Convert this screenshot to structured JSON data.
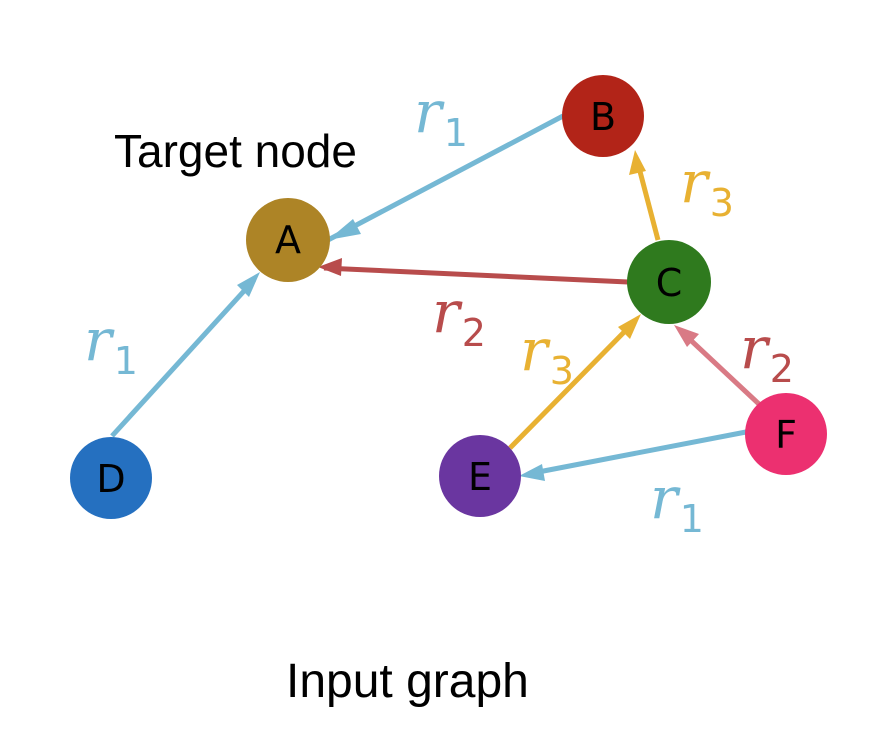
{
  "diagram": {
    "target_label": "Target node",
    "caption": "Input graph",
    "colors": {
      "r1": "#75b8d4",
      "r2": "#b84c4c",
      "r2_light": "#d97a85",
      "r3": "#e8b132"
    },
    "nodes": [
      {
        "id": "A",
        "label": "A",
        "color": "#ad8426"
      },
      {
        "id": "B",
        "label": "B",
        "color": "#b22418"
      },
      {
        "id": "C",
        "label": "C",
        "color": "#2f7a1e"
      },
      {
        "id": "D",
        "label": "D",
        "color": "#2570c0"
      },
      {
        "id": "E",
        "label": "E",
        "color": "#6a36a0"
      },
      {
        "id": "F",
        "label": "F",
        "color": "#ec3070"
      }
    ],
    "edges": [
      {
        "from": "B",
        "to": "A",
        "relation": "r1"
      },
      {
        "from": "C",
        "to": "A",
        "relation": "r2"
      },
      {
        "from": "C",
        "to": "B",
        "relation": "r3"
      },
      {
        "from": "D",
        "to": "A",
        "relation": "r1"
      },
      {
        "from": "E",
        "to": "C",
        "relation": "r3"
      },
      {
        "from": "F",
        "to": "C",
        "relation": "r2"
      },
      {
        "from": "F",
        "to": "E",
        "relation": "r1"
      }
    ],
    "edge_labels": [
      {
        "symbol": "r",
        "sub": "1"
      },
      {
        "symbol": "r",
        "sub": "3"
      },
      {
        "symbol": "r",
        "sub": "2"
      },
      {
        "symbol": "r",
        "sub": "1"
      },
      {
        "symbol": "r",
        "sub": "3"
      },
      {
        "symbol": "r",
        "sub": "2"
      },
      {
        "symbol": "r",
        "sub": "1"
      }
    ]
  }
}
